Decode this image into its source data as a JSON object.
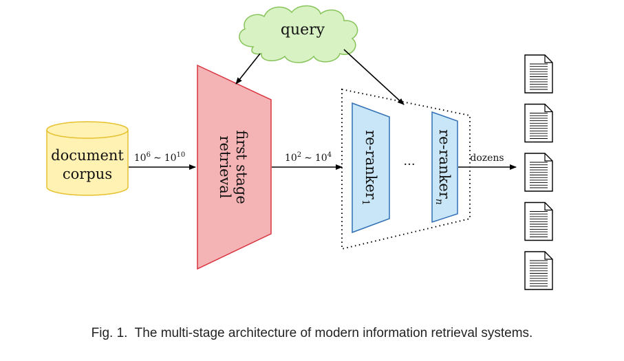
{
  "diagram": {
    "query_label": "query",
    "corpus_line1": "document",
    "corpus_line2": "corpus",
    "edge_corpus_to_first": {
      "a_base": "10",
      "a_exp": "6",
      "sep": "∼",
      "b_base": "10",
      "b_exp": "10"
    },
    "first_stage_line1": "first stage",
    "first_stage_line2": "retrieval",
    "edge_first_to_rerank": {
      "a_base": "10",
      "a_exp": "2",
      "sep": "∼",
      "b_base": "10",
      "b_exp": "4"
    },
    "reranker1": {
      "base": "re-ranker",
      "sub": "1"
    },
    "ellipsis": "···",
    "rerankern": {
      "base": "re-ranker",
      "sub": "n"
    },
    "output_label": "dozens",
    "output_documents_count": 5,
    "colors": {
      "query_fill": "#d9f2c4",
      "query_stroke": "#86c45a",
      "corpus_fill": "#fff2b3",
      "corpus_stroke": "#e6c02e",
      "first_stage_fill": "#f4b3b5",
      "first_stage_stroke": "#d9333f",
      "reranker_fill": "#c8e6f7",
      "reranker_stroke": "#2f6fb5"
    }
  },
  "caption": {
    "label": "Fig. 1.",
    "text": "The multi-stage architecture of modern information retrieval systems."
  }
}
